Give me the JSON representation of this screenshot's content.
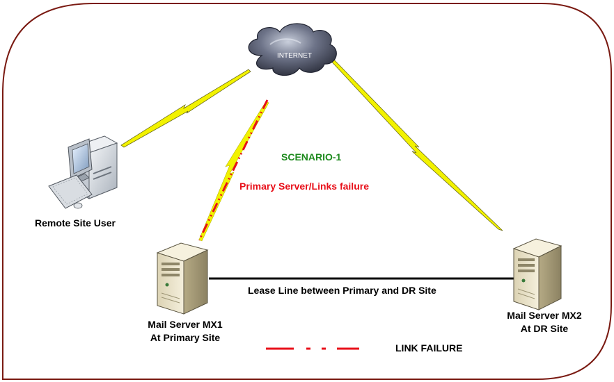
{
  "colors": {
    "frame": "#7a1a12",
    "scenario": "#1e8a1e",
    "failure": "#e8101a",
    "lightning": "#f2f200",
    "link": "#000000"
  },
  "diagram": {
    "internet_label": "INTERNET",
    "scenario_title": "SCENARIO-1",
    "failure_caption": "Primary Server/Links failure",
    "remote_user_label": "Remote Site User",
    "lease_line_label": "Lease Line between Primary and DR Site",
    "mx1": {
      "line1": "Mail Server MX1",
      "line2": "At Primary Site"
    },
    "mx2": {
      "line1": "Mail Server MX2",
      "line2": "At DR Site"
    },
    "legend_label": "LINK FAILURE"
  },
  "icons": [
    "cloud-icon",
    "desktop-computer-icon",
    "server-icon"
  ]
}
